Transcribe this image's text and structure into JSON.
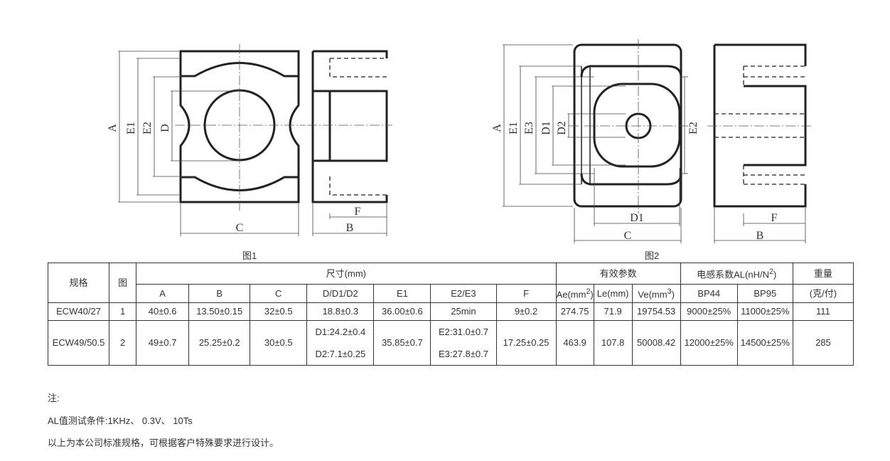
{
  "figure1": {
    "caption": "图1",
    "labels": {
      "A": "A",
      "E1": "E1",
      "E2": "E2",
      "D": "D",
      "C": "C",
      "F": "F",
      "B": "B"
    }
  },
  "figure2": {
    "caption": "图2",
    "labels": {
      "A": "A",
      "E1": "E1",
      "E3": "E3",
      "D1": "D1",
      "D2": "D2",
      "E2": "E2",
      "D1_bottom": "D1",
      "C": "C",
      "F": "F",
      "B": "B"
    }
  },
  "table": {
    "headers": {
      "spec": "规格",
      "fig": "图",
      "size": "尺寸(mm)",
      "effective": "有效参数",
      "al_prefix": "电感系数AL(nH/N",
      "al_sup": "2",
      "al_suffix": ")",
      "weight": "重量"
    },
    "subheaders": {
      "A": "A",
      "B": "B",
      "C": "C",
      "D": "D/D1/D2",
      "E1": "E1",
      "E2": "E2/E3",
      "F": "F",
      "ae": "Ae(mm",
      "ae_sup": "2",
      "ae_suffix": ")",
      "le": "Le(mm)",
      "ve": "Ve(mm",
      "ve_sup": "3",
      "ve_suffix": ")",
      "bp44": "BP44",
      "bp95": "BP95",
      "weight_unit": "(克/付)"
    },
    "rows": [
      {
        "spec": "ECW40/27",
        "fig": "1",
        "A": "40±0.6",
        "B": "13.50±0.15",
        "C": "32±0.5",
        "D": "18.8±0.3",
        "E1": "36.00±0.6",
        "E2": "25min",
        "F": "9±0.2",
        "ae": "274.75",
        "le": "71.9",
        "ve": "19754.53",
        "bp44": "9000±25%",
        "bp95": "11000±25%",
        "weight": "111"
      },
      {
        "spec": "ECW49/50.5",
        "fig": "2",
        "A": "49±0.7",
        "B": "25.25±0.2",
        "C": "30±0.5",
        "D1": "D1:24.2±0.4",
        "D2": "D2:7.1±0.25",
        "E1": "35.85±0.7",
        "E2": "E2:31.0±0.7",
        "E3": "E3:27.8±0.7",
        "F": "17.25±0.25",
        "ae": "463.9",
        "le": "107.8",
        "ve": "50008.42",
        "bp44": "12000±25%",
        "bp95": "14500±25%",
        "weight": "285"
      }
    ]
  },
  "notes": {
    "title": "注:",
    "line1": "AL值测试条件:1KHz、 0.3V、 10Ts",
    "line2": "以上为本公司标准规格，可根据客户特殊要求进行设计。"
  }
}
